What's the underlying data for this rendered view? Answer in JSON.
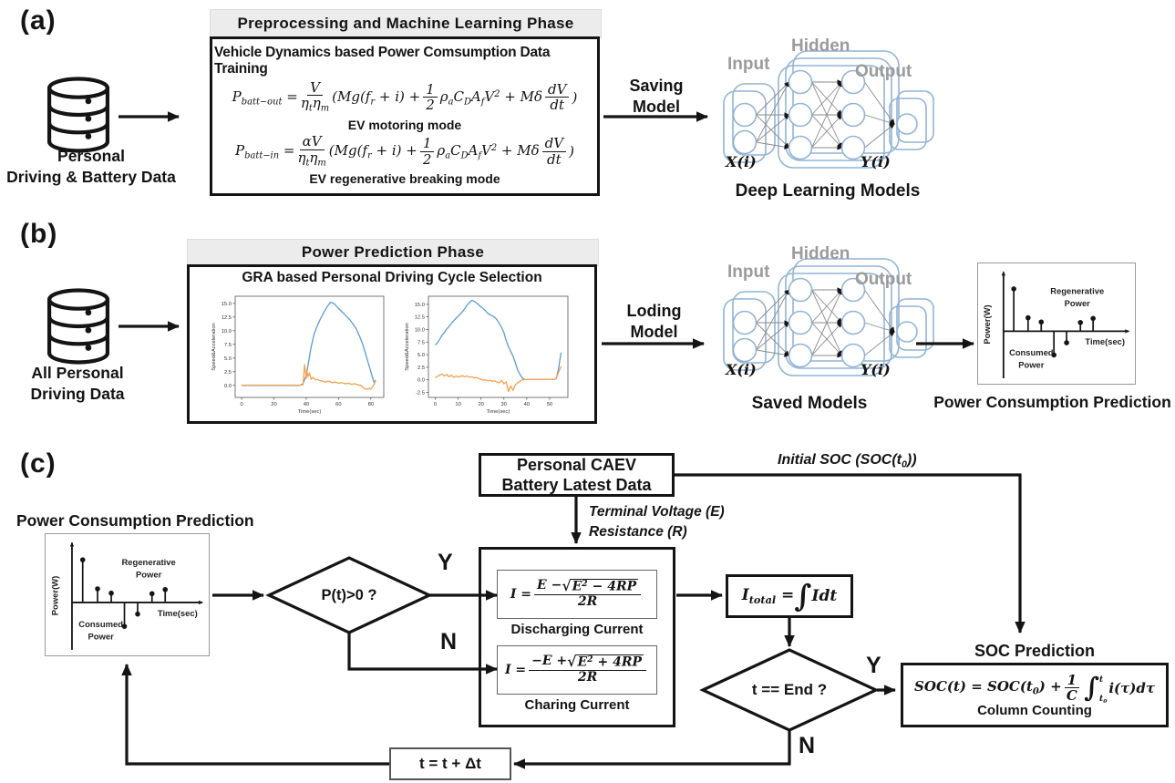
{
  "colors": {
    "ink": "#141414",
    "header_bg": "#ececec",
    "gray_label": "#9b9b9b",
    "nn_blue": "#92b4d6",
    "nn_conn_gray": "#8a8a8a",
    "line_blue": "#5a9bd4",
    "line_orange": "#f5a14e",
    "chart_border_gray": "#9a9a9a"
  },
  "panel_a": {
    "label": "(a)",
    "database": {
      "caption_line1": "Personal",
      "caption_line2": "Driving & Battery Data"
    },
    "phase_header": "Preprocessing and Machine Learning Phase",
    "box_title": "Vehicle Dynamics based Power Comsumption Data Training",
    "eq_out": {
      "lhs": "P_{batt−out} =",
      "num": "V",
      "den": "η_{t}η_{m}"
    },
    "eq_in": {
      "lhs": "P_{batt−in} =",
      "num": "αV",
      "den": "η_{t}η_{m}"
    },
    "eq_shared": {
      "mid": "(Mg(f_{r} + i) +",
      "half_num": "1",
      "half_den": "2",
      "tail": "ρ_{a}C_{D}A_{f}V^{2} + Mδ",
      "dnum": "dV",
      "dden": "dt",
      "close": ")"
    },
    "motoring_mode": "EV motoring mode",
    "regen_mode": "EV regenerative breaking mode",
    "arrow_label_line1": "Saving",
    "arrow_label_line2": "Model",
    "nn": {
      "input": "Input",
      "hidden": "Hidden",
      "output": "Output",
      "x": "X(i)",
      "y": "Y(i)",
      "caption": "Deep Learning Models"
    }
  },
  "panel_b": {
    "label": "(b)",
    "database": {
      "caption_line1": "All Personal",
      "caption_line2": "Driving Data"
    },
    "phase_header": "Power Prediction Phase",
    "box_title": "GRA based Personal Driving Cycle Selection",
    "arrow_label_line1": "Loding",
    "arrow_label_line2": "Model",
    "nn": {
      "input": "Input",
      "hidden": "Hidden",
      "output": "Output",
      "x": "X(i)",
      "y": "Y(i)",
      "caption": "Saved Models"
    },
    "stem_caption": "Power Consumption Prediction"
  },
  "panel_c": {
    "label": "(c)",
    "caev_box": {
      "line1": "Personal CAEV",
      "line2": "Battery Latest Data"
    },
    "initial_soc_label": "Initial SOC (SOC(t_{0}))",
    "terminal_voltage_label": "Terminal Voltage (E)",
    "resistance_label": "Resistance (R)",
    "chart_title": "Power Consumption Prediction",
    "decision_power": "P(t)>0 ?",
    "yes_label": "Y",
    "no_label": "N",
    "discharge": {
      "lhs": "I =",
      "num_pre": "E − ",
      "radicand": "E^{2} − 4RP",
      "den": "2R",
      "caption": "Discharging Current"
    },
    "charge": {
      "lhs": "I =",
      "num_pre": "−E + ",
      "radicand": "E^{2} + 4RP",
      "den": "2R",
      "caption": "Charing Current"
    },
    "itotal": {
      "lhs": "I_{total} =",
      "integral": "∫",
      "rest": "Idt"
    },
    "decision_end": "t == End ?",
    "soc": {
      "title": "SOC Prediction",
      "pre": "SOC(t) = SOC(t_{0}) +",
      "num": "1",
      "den": "C",
      "integral": "∫",
      "sup": "t",
      "sub": "t_{0}",
      "post": "i(τ)dτ",
      "caption": "Column Counting"
    },
    "time_update": "t = t + Δt"
  },
  "chart_data": [
    {
      "id": "driving_cycle_1",
      "type": "line",
      "xlabel": "Time(sec)",
      "ylabel": "Speed&Acceleration",
      "x_ticks": [
        0,
        20,
        40,
        60,
        80
      ],
      "y_ticks": [
        0.0,
        2.5,
        5.0,
        7.5,
        10.0,
        12.5,
        15.0
      ],
      "xlim": [
        -4,
        88
      ],
      "ylim": [
        -2.2,
        16.3
      ],
      "series": [
        {
          "name": "speed",
          "color": "#5a9bd4",
          "points": [
            [
              0,
              0
            ],
            [
              36,
              0
            ],
            [
              38,
              0.3
            ],
            [
              40,
              1.8
            ],
            [
              41,
              3.5
            ],
            [
              43,
              7
            ],
            [
              45,
              9.5
            ],
            [
              47,
              11
            ],
            [
              49,
              12.3
            ],
            [
              51,
              13.4
            ],
            [
              53,
              14.4
            ],
            [
              55,
              15.2
            ],
            [
              57,
              15
            ],
            [
              59,
              14.4
            ],
            [
              61,
              13.8
            ],
            [
              63,
              13.2
            ],
            [
              65,
              12.6
            ],
            [
              67,
              12
            ],
            [
              69,
              11.2
            ],
            [
              71,
              10.3
            ],
            [
              73,
              9
            ],
            [
              75,
              7.5
            ],
            [
              77,
              5.5
            ],
            [
              79,
              3.5
            ],
            [
              81,
              1.5
            ],
            [
              82,
              0.5
            ],
            [
              83,
              1
            ]
          ]
        },
        {
          "name": "acceleration",
          "color": "#f5a14e",
          "points": [
            [
              0,
              0.05
            ],
            [
              36,
              0.05
            ],
            [
              38,
              0.1
            ],
            [
              39,
              3.8
            ],
            [
              40,
              1.3
            ],
            [
              40.5,
              2.6
            ],
            [
              41,
              1.6
            ],
            [
              42,
              2.3
            ],
            [
              43,
              1.1
            ],
            [
              44,
              1.5
            ],
            [
              45,
              1.2
            ],
            [
              46,
              1.0
            ],
            [
              47,
              1.1
            ],
            [
              48,
              0.9
            ],
            [
              50,
              0.8
            ],
            [
              52,
              0.6
            ],
            [
              54,
              0.8
            ],
            [
              56,
              0.5
            ],
            [
              58,
              0.6
            ],
            [
              60,
              0.4
            ],
            [
              62,
              0.5
            ],
            [
              64,
              0.3
            ],
            [
              66,
              0.4
            ],
            [
              68,
              0.2
            ],
            [
              70,
              0.3
            ],
            [
              72,
              0.1
            ],
            [
              74,
              0.0
            ],
            [
              75,
              -0.4
            ],
            [
              76,
              -0.6
            ],
            [
              78,
              -0.7
            ],
            [
              79,
              -0.5
            ],
            [
              80,
              -0.7
            ],
            [
              81,
              -0.3
            ],
            [
              82,
              0.2
            ],
            [
              83,
              0.9
            ]
          ]
        }
      ]
    },
    {
      "id": "driving_cycle_2",
      "type": "line",
      "xlabel": "Time(sec)",
      "ylabel": "Speed&Acceleration",
      "x_ticks": [
        0,
        10,
        20,
        30,
        40,
        50
      ],
      "y_ticks": [
        -2.5,
        0.0,
        2.5,
        5.0,
        7.5,
        10.0,
        12.5,
        15.0
      ],
      "xlim": [
        -3,
        58
      ],
      "ylim": [
        -3.5,
        16.6
      ],
      "series": [
        {
          "name": "speed",
          "color": "#5a9bd4",
          "points": [
            [
              0,
              6.9
            ],
            [
              1,
              7.4
            ],
            [
              2,
              8.1
            ],
            [
              3,
              8.9
            ],
            [
              4,
              9.4
            ],
            [
              5,
              10.1
            ],
            [
              6,
              10.6
            ],
            [
              7,
              11.2
            ],
            [
              8,
              11.7
            ],
            [
              9,
              12.2
            ],
            [
              10,
              12.6
            ],
            [
              11,
              13.1
            ],
            [
              12,
              13.6
            ],
            [
              13,
              14.2
            ],
            [
              14,
              14.9
            ],
            [
              15,
              15.4
            ],
            [
              16,
              15.8
            ],
            [
              17,
              15.6
            ],
            [
              18,
              15.3
            ],
            [
              19,
              14.9
            ],
            [
              20,
              14.5
            ],
            [
              21,
              14.1
            ],
            [
              22,
              13.7
            ],
            [
              23,
              13.2
            ],
            [
              24,
              12.9
            ],
            [
              25,
              12.7
            ],
            [
              26,
              12.4
            ],
            [
              27,
              11.9
            ],
            [
              28,
              11.2
            ],
            [
              29,
              10.4
            ],
            [
              30,
              9.4
            ],
            [
              31,
              7.8
            ],
            [
              32,
              6.6
            ],
            [
              33,
              5.6
            ],
            [
              34,
              4.7
            ],
            [
              35,
              3.4
            ],
            [
              36,
              2.0
            ],
            [
              37,
              1.1
            ],
            [
              38,
              0.4
            ],
            [
              39,
              0.1
            ],
            [
              40,
              0.05
            ],
            [
              52,
              0.05
            ],
            [
              53,
              0.3
            ],
            [
              54,
              2.5
            ],
            [
              55,
              5.4
            ]
          ]
        },
        {
          "name": "acceleration",
          "color": "#f5a14e",
          "points": [
            [
              0,
              0.4
            ],
            [
              1,
              0.7
            ],
            [
              2,
              1.0
            ],
            [
              3,
              1.15
            ],
            [
              4,
              0.75
            ],
            [
              5,
              1.05
            ],
            [
              6,
              0.6
            ],
            [
              7,
              0.95
            ],
            [
              8,
              0.5
            ],
            [
              9,
              0.75
            ],
            [
              10,
              0.55
            ],
            [
              11,
              0.7
            ],
            [
              12,
              0.8
            ],
            [
              13,
              0.6
            ],
            [
              14,
              0.75
            ],
            [
              15,
              0.5
            ],
            [
              16,
              0.6
            ],
            [
              17,
              0.35
            ],
            [
              18,
              0.45
            ],
            [
              19,
              0.25
            ],
            [
              20,
              0.1
            ],
            [
              21,
              -0.1
            ],
            [
              22,
              0.0
            ],
            [
              23,
              -0.2
            ],
            [
              24,
              -0.1
            ],
            [
              25,
              -0.3
            ],
            [
              26,
              -0.2
            ],
            [
              27,
              -0.45
            ],
            [
              28,
              -0.6
            ],
            [
              29,
              -0.1
            ],
            [
              30,
              -0.8
            ],
            [
              31,
              -0.4
            ],
            [
              32,
              -2.3
            ],
            [
              33,
              -1.2
            ],
            [
              34,
              -2.1
            ],
            [
              35,
              -1.0
            ],
            [
              36,
              -0.6
            ],
            [
              37,
              -0.3
            ],
            [
              38,
              0.0
            ],
            [
              39,
              0.05
            ],
            [
              52,
              0.05
            ],
            [
              53,
              0.4
            ],
            [
              54,
              1.6
            ],
            [
              55,
              2.7
            ]
          ]
        }
      ]
    },
    {
      "id": "power_consumption_prediction",
      "type": "stem",
      "ylabel": "Power(W)",
      "xlabel": "Time(sec)",
      "annotation_regenerative": [
        "Regenerative",
        "Power"
      ],
      "annotation_consumed": [
        "Consumed",
        "Power"
      ],
      "stems": [
        {
          "x": 0.225,
          "v": 3.3
        },
        {
          "x": 0.315,
          "v": 1.05
        },
        {
          "x": 0.398,
          "v": 0.72
        },
        {
          "x": 0.478,
          "v": -1.85
        },
        {
          "x": 0.558,
          "v": -0.9
        },
        {
          "x": 0.645,
          "v": 0.68
        },
        {
          "x": 0.725,
          "v": 1.0
        }
      ]
    }
  ]
}
